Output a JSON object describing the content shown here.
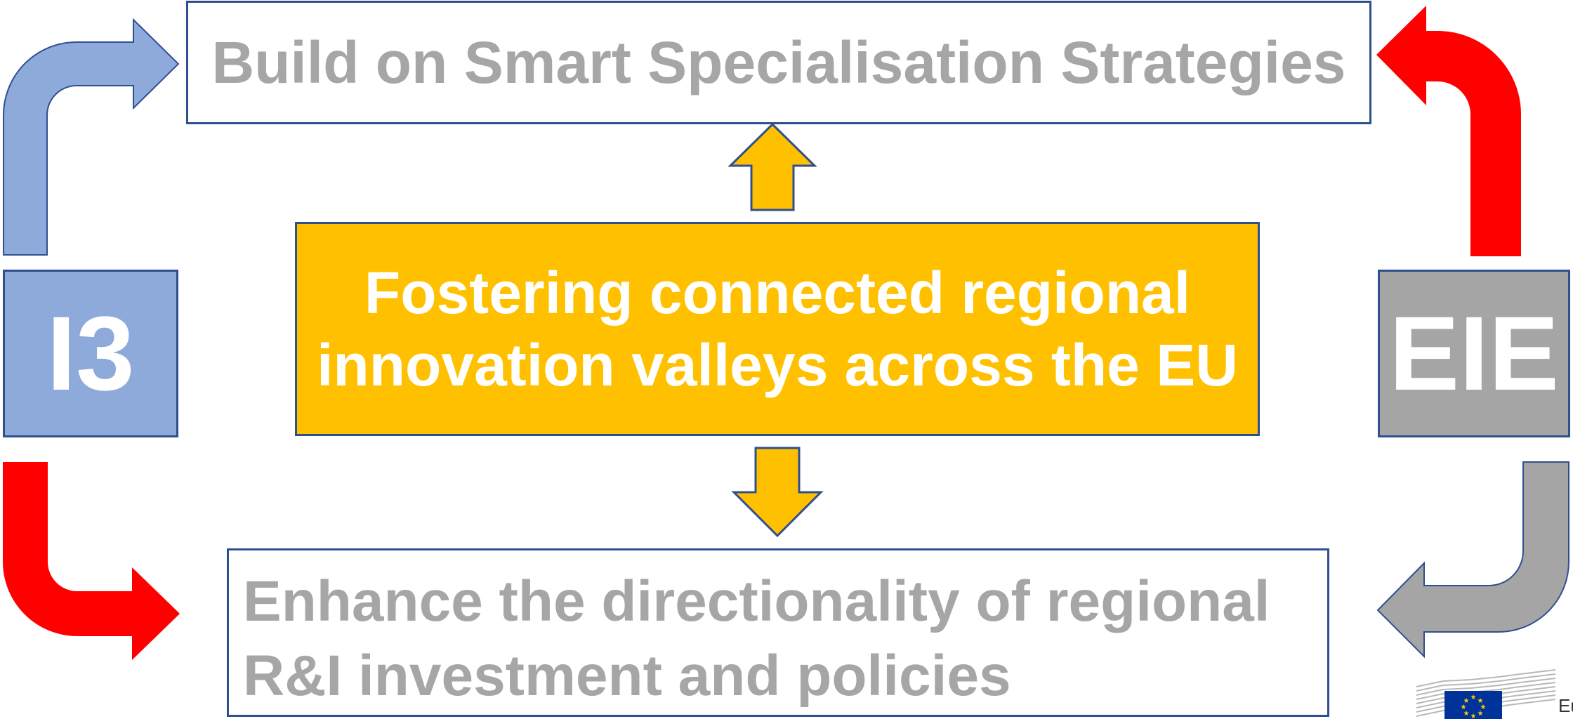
{
  "top_box": {
    "text": "Build on Smart Specialisation Strategies"
  },
  "center_box": {
    "line1": "Fostering connected regional",
    "line2": "innovation valleys across the EU"
  },
  "bottom_box": {
    "line1": "Enhance the directionality of regional",
    "line2": "R&I investment and policies"
  },
  "left_box": {
    "label": "I3"
  },
  "right_box": {
    "label": "EIE"
  },
  "logo": {
    "text": "Eu"
  },
  "colors": {
    "accent_yellow": "#ffc000",
    "i3_blue": "#8eaadb",
    "eie_grey": "#a5a5a5",
    "arrow_red": "#ff0000",
    "border_navy": "#2f4f8f",
    "text_grey": "#a6a6a6"
  }
}
